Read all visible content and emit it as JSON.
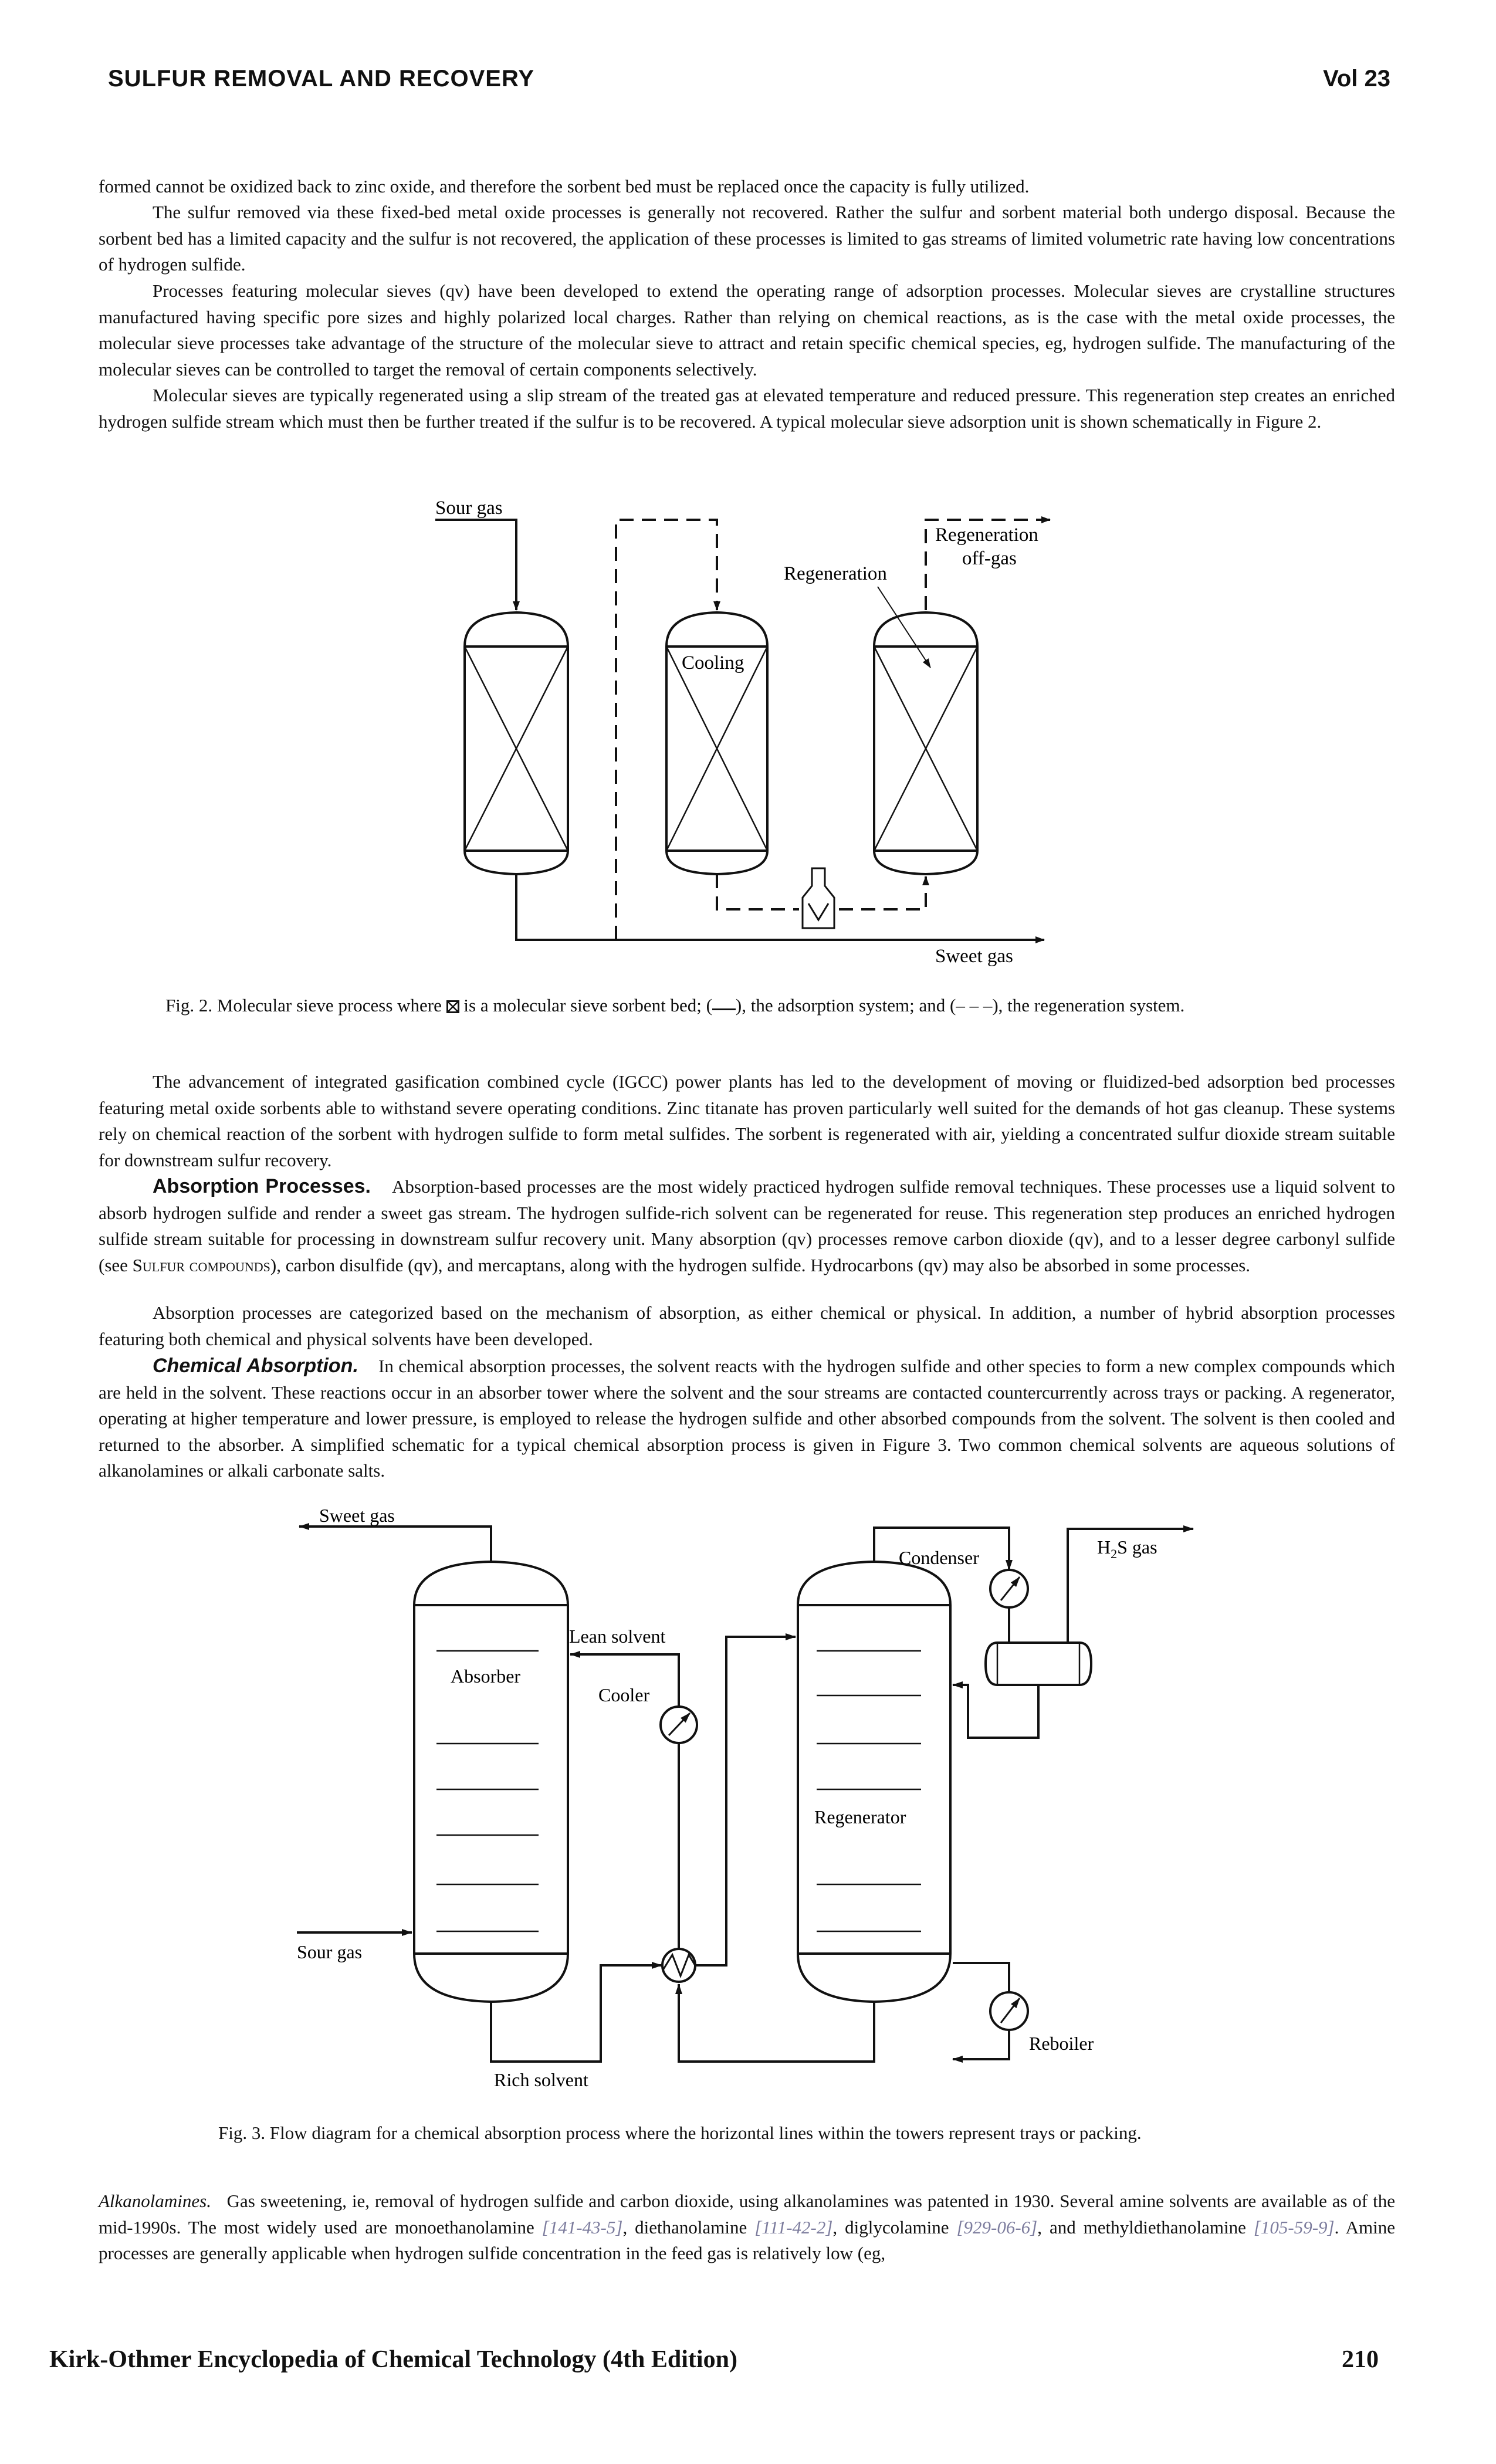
{
  "header": {
    "title": "SULFUR REMOVAL AND RECOVERY",
    "volume": "Vol 23"
  },
  "para1": "formed cannot be oxidized back to zinc oxide, and therefore the sorbent bed must be replaced once the capacity is fully utilized.",
  "para2": "The sulfur removed via these fixed-bed metal oxide processes is generally not recovered. Rather the sulfur and sorbent material both undergo disposal. Because the sorbent bed has a limited capacity and the sulfur is not recovered, the application of these processes is limited to gas streams of limited volumetric rate having low concentrations of hydrogen sulfide.",
  "para3": "Processes featuring molecular sieves (qv) have been developed to extend the operating range of adsorption processes. Molecular sieves are crystalline structures manufactured having specific pore sizes and highly polarized local charges. Rather than relying on chemical reactions, as is the case with the metal oxide processes, the molecular sieve processes take advantage of the structure of the molecular sieve to attract and retain specific chemical species, eg, hydrogen sulfide. The manufacturing of the molecular sieves can be controlled to target the removal of certain components selectively.",
  "para4": "Molecular sieves are typically regenerated using a slip stream of the treated gas at elevated temperature and reduced pressure. This regeneration step creates an enriched hydrogen sulfide stream which must then be further treated if the sulfur is to be recovered. A typical molecular sieve adsorption unit is shown schematically in Figure 2.",
  "fig2": {
    "sour_gas": "Sour gas",
    "cooling": "Cooling",
    "regeneration": "Regeneration",
    "regen_offgas_1": "Regeneration",
    "regen_offgas_2": "off-gas",
    "sweet_gas": "Sweet gas",
    "caption_a": "Fig. 2. Molecular sieve process where",
    "caption_b": "is a molecular sieve sorbent bed; (",
    "caption_c": "), the adsorption system; and (",
    "caption_dash": "– – –",
    "caption_d": "), the regeneration system."
  },
  "para5": "The advancement of integrated gasification combined cycle (IGCC) power plants has led to the development of moving or fluidized-bed adsorption bed processes featuring metal oxide sorbents able to withstand severe operating conditions. Zinc titanate has proven particularly well suited for the demands of hot gas cleanup. These systems rely on chemical reaction of the sorbent with hydrogen sulfide to form metal sulfides. The sorbent is regenerated with air, yielding a concentrated sulfur dioxide stream suitable for downstream sulfur recovery.",
  "para6": {
    "heading": "Absorption Processes.",
    "text_a": "Absorption-based processes are the most widely practiced hydrogen sulfide removal techniques. These processes use a liquid solvent to absorb hydrogen sulfide and render a sweet gas stream. The hydrogen sulfide-rich solvent can be regenerated for reuse. This regeneration step produces an enriched hydrogen sulfide stream suitable for processing in downstream sulfur recovery unit. Many absorption (qv) processes remove carbon dioxide (qv), and to a lesser degree carbonyl sulfide (see ",
    "link": "Sulfur compounds",
    "text_b": "), carbon disulfide (qv), and mercaptans, along with the hydrogen sulfide. Hydrocarbons (qv) may also be absorbed in some processes."
  },
  "para7": "Absorption processes are categorized based on the mechanism of absorption, as either chemical or physical. In addition, a number of hybrid absorption processes featuring both chemical and physical solvents have been developed.",
  "para8": {
    "heading": "Chemical Absorption.",
    "text": "In chemical absorption processes, the solvent reacts with the hydrogen sulfide and other species to form a new complex compounds which are held in the solvent. These reactions occur in an absorber tower where the solvent and the sour streams are contacted countercurrently across trays or packing. A regenerator, operating at higher temperature and lower pressure, is employed to release the hydrogen sulfide and other absorbed compounds from the solvent. The solvent is then cooled and returned to the absorber. A simplified schematic for a typical chemical absorption process is given in Figure 3. Two common chemical solvents are aqueous solutions of alkanolamines or alkali carbonate salts."
  },
  "fig3": {
    "sweet_gas": "Sweet gas",
    "absorber": "Absorber",
    "lean_solvent": "Lean solvent",
    "cooler": "Cooler",
    "sour_gas": "Sour gas",
    "rich_solvent": "Rich solvent",
    "condenser": "Condenser",
    "h2s_gas": "H",
    "h2s_sub": "2",
    "h2s_rest": "S gas",
    "regenerator": "Regenerator",
    "reboiler": "Reboiler",
    "caption": "Fig. 3. Flow diagram for a chemical absorption process where the horizontal lines within the towers represent trays or packing."
  },
  "para9": {
    "heading": "Alkanolamines.",
    "text_a": "Gas sweetening, ie, removal of hydrogen sulfide and carbon dioxide, using alkanolamines was patented in 1930. Several amine solvents are available as of the mid-1990s. The most widely used are monoethanolamine ",
    "cas1": "[141-43-5]",
    "text_b": ", diethanolamine ",
    "cas2": "[111-42-2]",
    "text_c": ", diglycolamine ",
    "cas3": "[929-06-6]",
    "text_d": ", and methyldiethanolamine ",
    "cas4": "[105-59-9]",
    "text_e": ". Amine processes are generally applicable when hydrogen sulfide concentration in the feed gas is relatively low (eg,"
  },
  "footer": {
    "title": "Kirk-Othmer Encyclopedia of Chemical Technology (4th Edition)",
    "page": "210"
  }
}
